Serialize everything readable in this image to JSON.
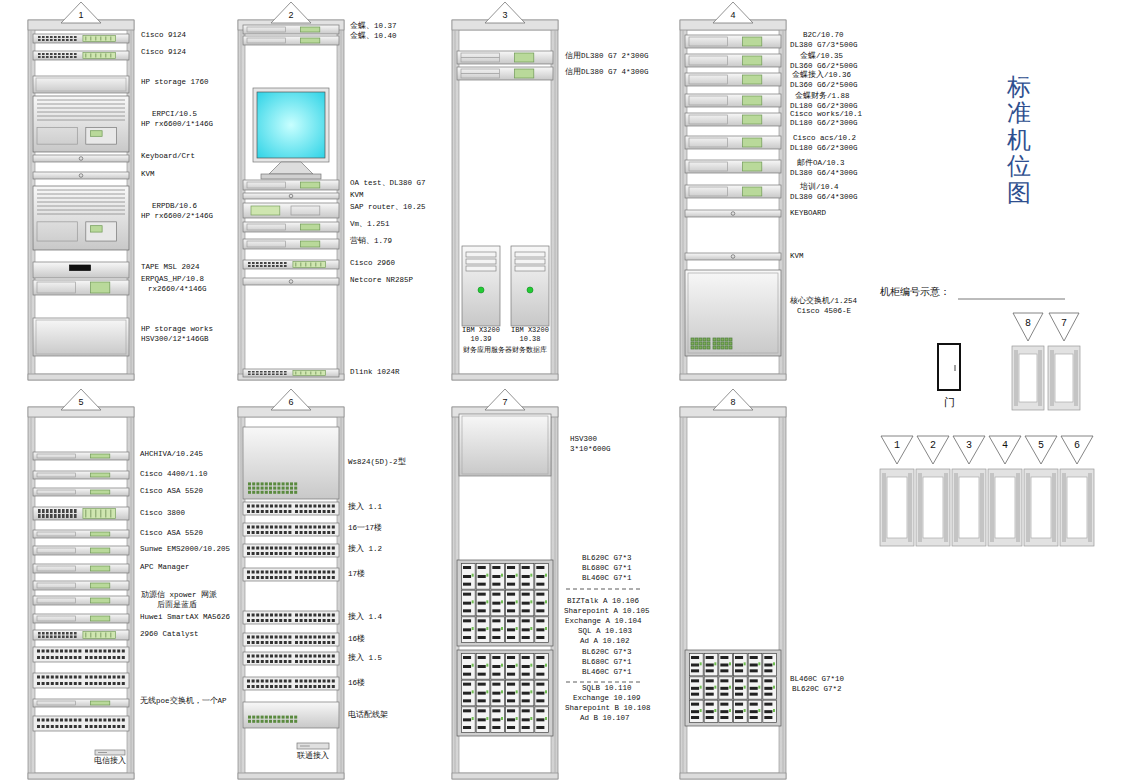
{
  "diagram": {
    "title": "标准机位图",
    "nodes": [
      {
        "text": [
          "1"
        ]
      },
      {
        "text": [
          "2"
        ]
      },
      {
        "text": [
          "3"
        ]
      },
      {
        "text": [
          "4"
        ]
      },
      {
        "text": [
          "5"
        ]
      },
      {
        "text": [
          "6"
        ]
      },
      {
        "text": [
          "7"
        ]
      },
      {
        "text": [
          "8"
        ]
      }
    ],
    "labels": [
      "Cisco 9124",
      "Cisco 9124",
      "HP storage 1760",
      "ERPCI/10.5",
      "HP rx6600/1*146G",
      "Keyboard/Crt",
      "KVM",
      "ERPDB/10.6",
      "HP rx6600/2*146G",
      "TAPE MSL 2024",
      "ERPQAS_HP/10.8",
      "rx2660/4*146G",
      "HP storage works",
      "HSV300/12*146GB",
      "金蝶、10.37",
      "金蝶、10.40",
      "OA test、DL380 G7",
      "KVM",
      "SAP router、10.25",
      "Vm、1.251",
      "营销、1.79",
      "Cisco 2960",
      "Netcore NR285P",
      "Dlink 1024R",
      "信用DL380 G7 2*300G",
      "信用DL380 G7 4*300G",
      "IBM X3200",
      "IBM X3200",
      "10.39",
      "10.38",
      "财务应用服务器财务数据库",
      "B2C/10.70",
      "DL380 G7/3*500G",
      "金蝶/10.35",
      "DL360 G6/2*500G",
      "金蝶接入/10.36",
      "DL360 G6/2*500G",
      "金蝶财务/1.88",
      "DL180 G6/2*300G",
      "Cisco works/10.1",
      "DL180 G6/2*300G",
      "Cisco acs/10.2",
      "DL180 G6/2*300G",
      "邮件OA/10.3",
      "DL380 G6/4*300G",
      "培训/10.4",
      "DL380 G6/4*300G",
      "KEYBOARD",
      "KVM",
      "核心交换机/1.254",
      "Cisco 4506-E",
      "AHCHIVA/10.245",
      "Cisco 4400/1.10",
      "Cisco ASA 5520",
      "Cisco 3800",
      "Cisco ASA 5520",
      "Sunwe EMS2000/10.205",
      "APC Manager",
      "劢源信 xpower 网派",
      "后面是蓝盾",
      "Huwei SmartAX MA5626",
      "2960 Catalyst",
      "无线poe交换机，一个AP",
      "电信接入",
      "Ws824(5D)-2型",
      "接入 1.1",
      "16一17楼",
      "接入 1.2",
      "17楼",
      "接入 1.4",
      "16楼",
      "接入 1.5",
      "16楼",
      "电话配线架",
      "联通接入",
      "HSV300",
      "3*10*600G",
      "BL620C G7*3",
      "BL680C G7*1",
      "BL460C G7*1",
      "BIZTalk A 10.106",
      "Sharepoint A 10.105",
      "Exchange A 10.104",
      "SQL A 10.103",
      "Ad A 10.102",
      "BL620C G7*3",
      "BL680C G7*1",
      "BL460C G7*1",
      "SQLB 10.110",
      "Exchange 10.109",
      "Sharepoint B 10.108",
      "Ad B 10.107",
      "BL460C G7*10",
      "BL620C G7*2",
      "机柜编号示意：",
      "8",
      "7",
      "门",
      "1",
      "2",
      "3",
      "4",
      "5",
      "6"
    ]
  }
}
